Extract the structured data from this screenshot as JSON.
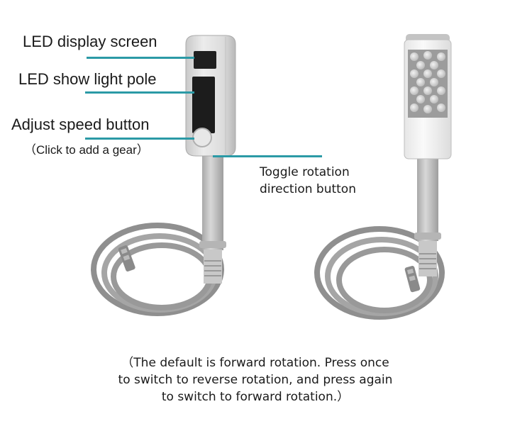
{
  "callouts": {
    "led_display": "LED display screen",
    "led_pole": "LED show light pole",
    "speed_button": "Adjust speed button",
    "speed_button_note": "（Click to add a gear）",
    "toggle_line1": "Toggle rotation",
    "toggle_line2": "direction button"
  },
  "note": {
    "line1": "（The default is forward rotation. Press once",
    "line2": "to switch to reverse rotation, and press again",
    "line3": "to switch to forward rotation.）"
  },
  "colors": {
    "leader_line": "#2b9aa6",
    "device_body": "#d9d9d9",
    "cable": "#9a9a9a"
  }
}
